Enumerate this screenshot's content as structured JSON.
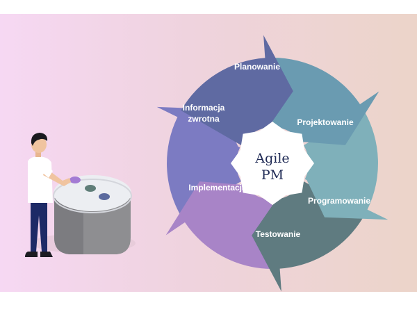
{
  "diagram": {
    "center_text": [
      "Agile",
      "PM"
    ],
    "stages": [
      {
        "label": [
          "Planowanie"
        ],
        "color": "#5f6aa2"
      },
      {
        "label": [
          "Projektowanie"
        ],
        "color": "#6a9bb1"
      },
      {
        "label": [
          "Programowanie"
        ],
        "color": "#7fb0ba"
      },
      {
        "label": [
          "Testowanie"
        ],
        "color": "#5f7b80"
      },
      {
        "label": [
          "Implementacja"
        ],
        "color": "#a884c7"
      },
      {
        "label": [
          "Informacja",
          "zwrotna"
        ],
        "color": "#7c7bc2"
      }
    ]
  },
  "illustration": {
    "button_colors": [
      "#a37bd4",
      "#5f7d78",
      "#5b6a9e"
    ]
  }
}
